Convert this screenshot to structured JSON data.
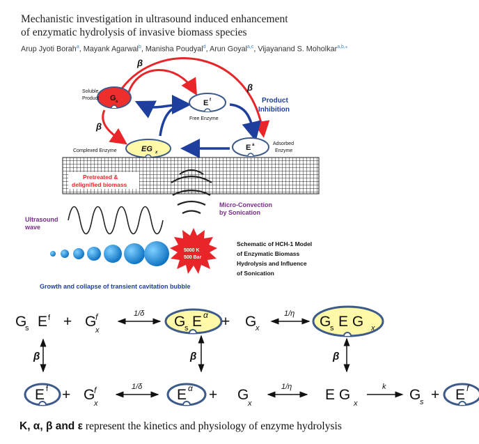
{
  "paper": {
    "title_line1": "Mechanistic investigation in ultrasound induced enhancement",
    "title_line2": "of enzymatic hydrolysis of invasive biomass species",
    "authors": [
      {
        "name": "Arup Jyoti Borah",
        "aff": "a"
      },
      {
        "name": "Mayank Agarwal",
        "aff": "b"
      },
      {
        "name": "Manisha Poudyal",
        "aff": "d"
      },
      {
        "name": "Arun Goyal",
        "aff": "a,c"
      },
      {
        "name": "Vijayanand S. Moholkar",
        "aff": "a,b,⁎"
      }
    ]
  },
  "schematic": {
    "soluble_product": [
      "Soluble",
      "Product"
    ],
    "gs": "G",
    "gs_sub": "s",
    "ef": "E",
    "ef_sup": "f",
    "free_enzyme": "Free Enzyme",
    "ea": "E",
    "ea_sup": "a",
    "adsorbed_enzyme": [
      "Adsorbed",
      "Enzyme"
    ],
    "egx": "EG",
    "egx_sub": "x",
    "complexed_enzyme": "Complexed Enzyme",
    "beta": "β",
    "product_inhibition": [
      "Product",
      "Inhibition"
    ],
    "pretreated": [
      "Pretreated &",
      "delignified biomass"
    ],
    "ultrasound": [
      "Ultrasound",
      "wave"
    ],
    "micro_convection": [
      "Micro-Convection",
      "by Sonication"
    ],
    "burst": [
      "5000 K",
      "500 Bar"
    ],
    "model_caption": [
      "Schematic of HCH-1 Model",
      "of Enzymatic Biomass",
      "Hydrolysis and Influence",
      "of Sonication"
    ],
    "bubble_caption": "Growth and collapse of transient cavitation bubble"
  },
  "equation": {
    "G": "G",
    "s": "s",
    "E": "E",
    "f": "f",
    "x": "x",
    "alpha": "α",
    "plus": "+",
    "beta": "β",
    "k1": "1/δ",
    "k2": "1/η",
    "k3": "k",
    "EG": "E G"
  },
  "caption": {
    "bold": "K, α, β and ε",
    "rest": " represent the kinetics and physiology of enzyme hydrolysis"
  },
  "colors": {
    "red": "#e8262a",
    "navy": "#1f3f9e",
    "blue_bubble": "#1e88d9",
    "yellow_fill": "#fff9a8",
    "oval_stroke": "#3d5a8a",
    "purple": "#7a2c8c",
    "hatch": "#222222"
  }
}
